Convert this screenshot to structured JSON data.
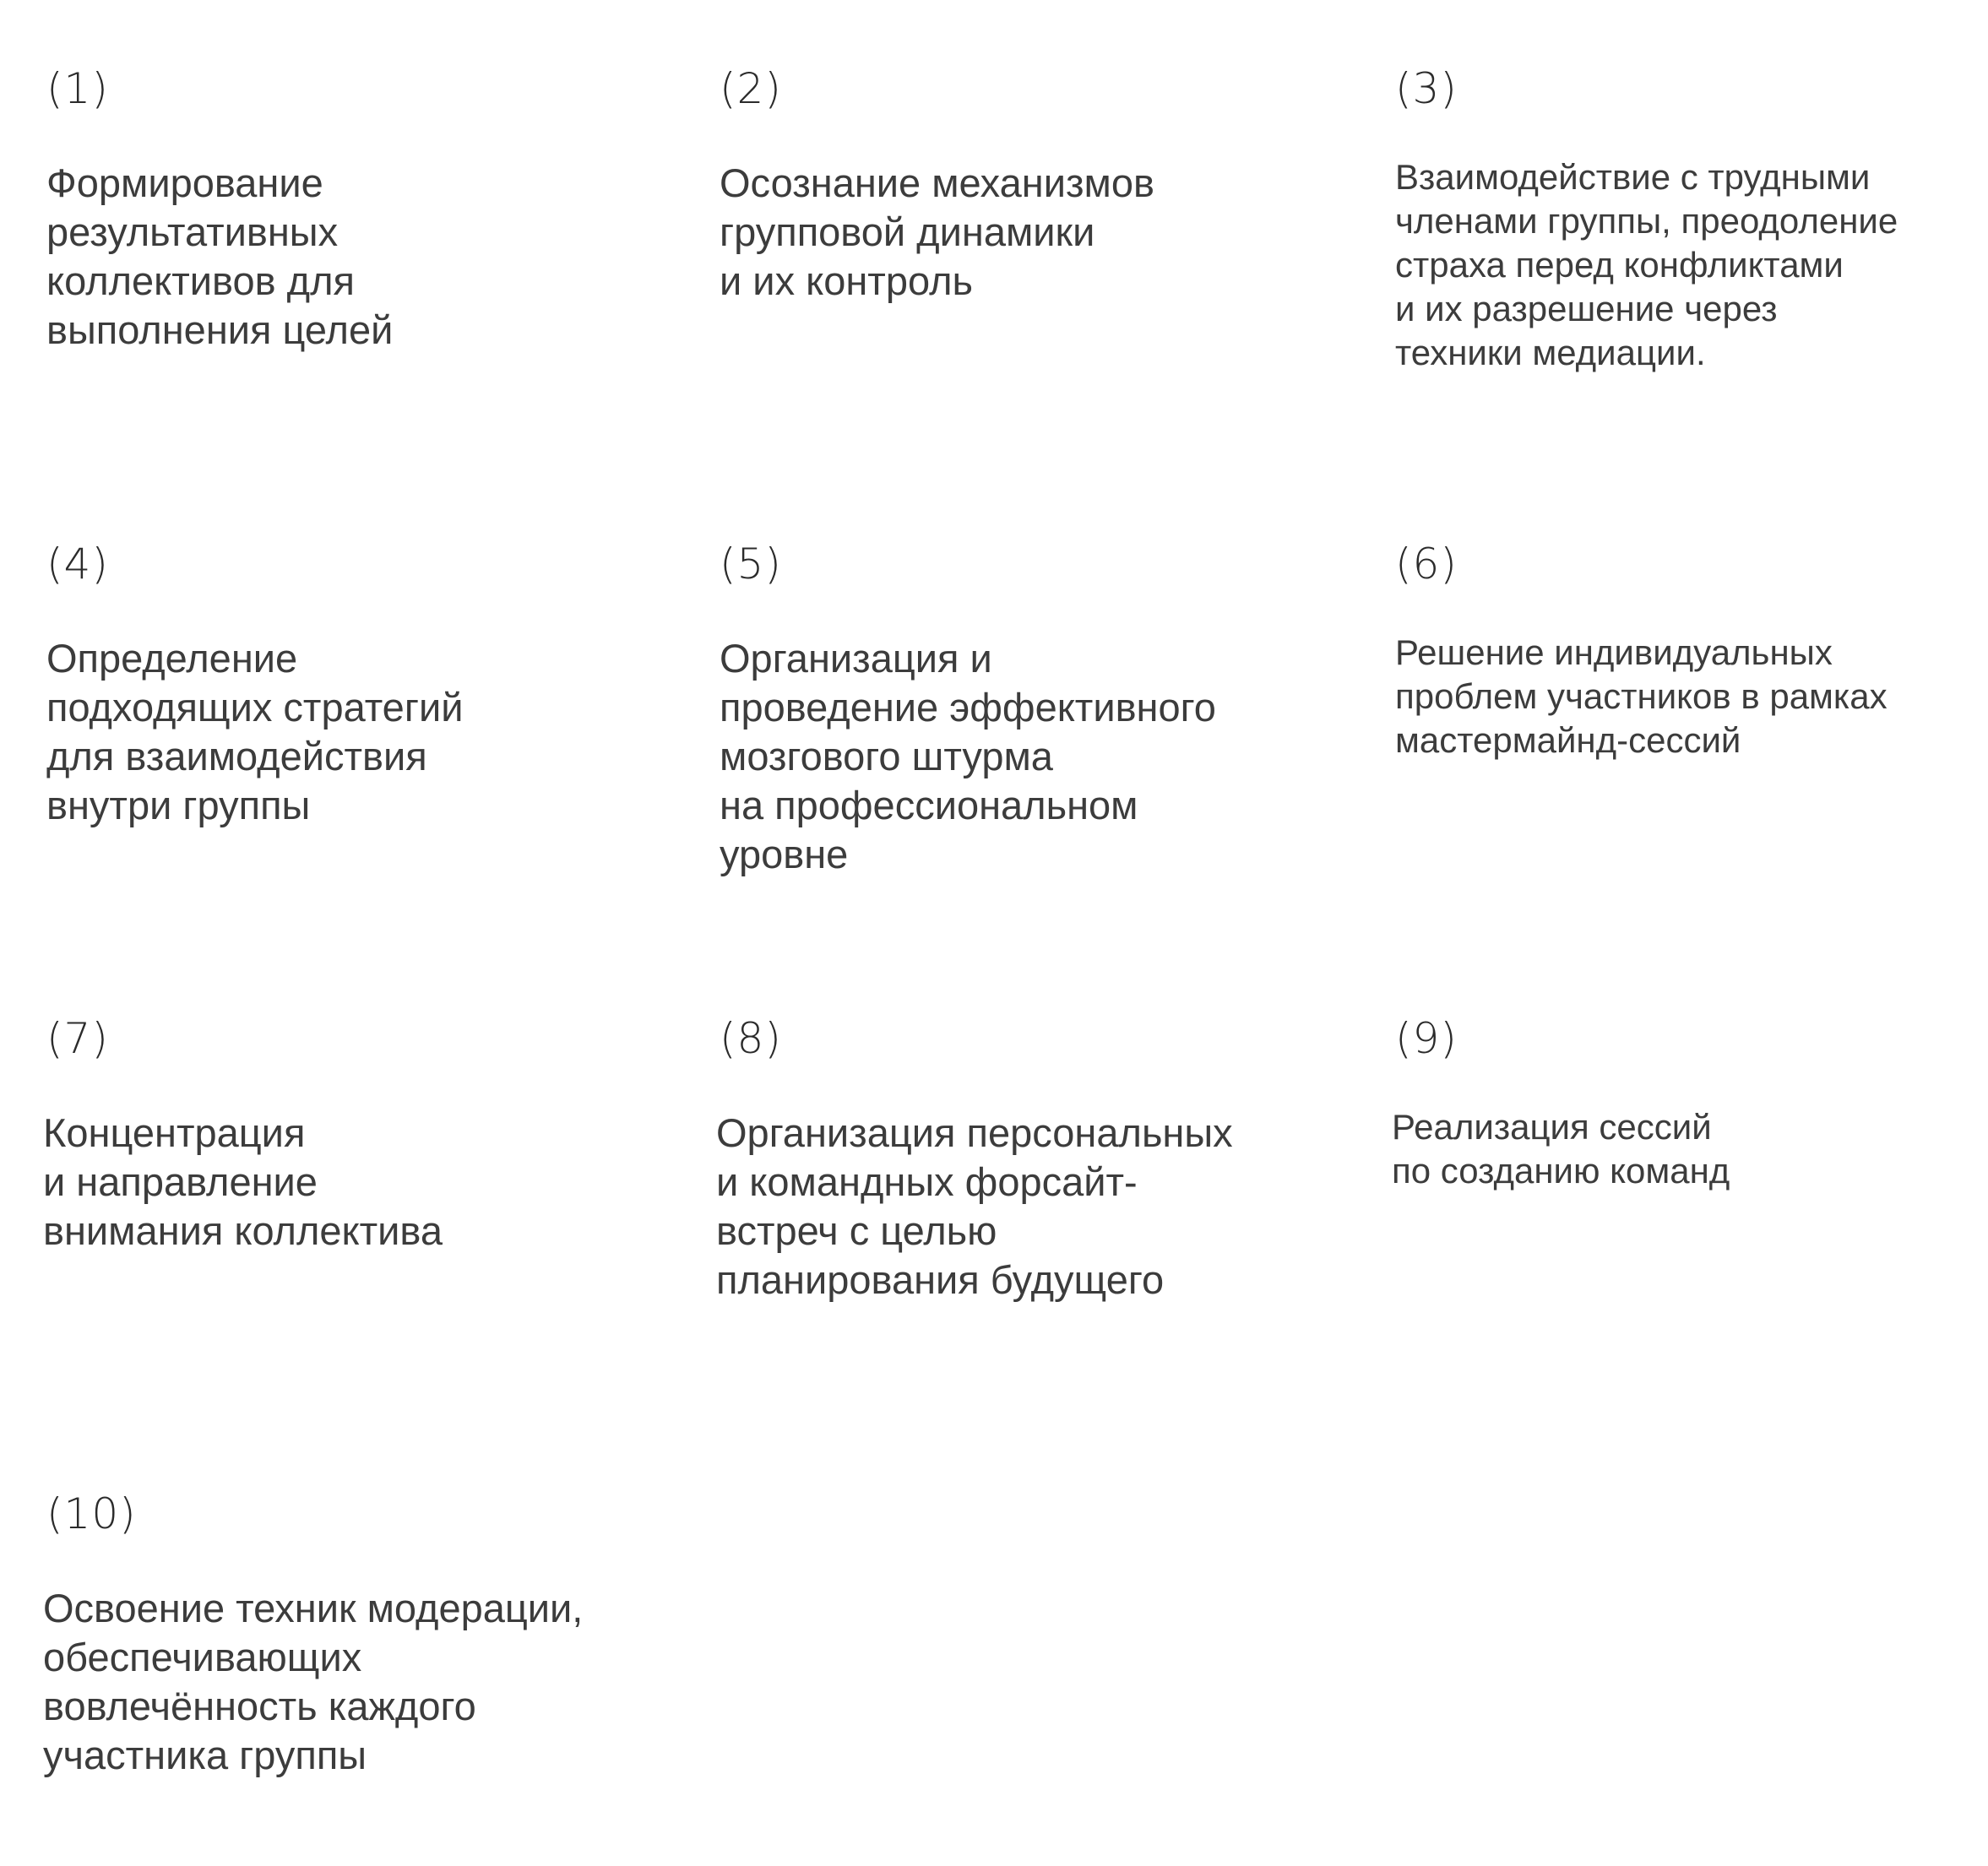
{
  "items": [
    {
      "num": "(1)",
      "text": "Формирование\nрезультативных\nколлективов для\nвыполнения целей"
    },
    {
      "num": "(2)",
      "text": "Осознание механизмов\nгрупповой динамики\nи их контроль"
    },
    {
      "num": "(3)",
      "text": "Взаимодействие с трудными\nчленами группы, преодоление\nстраха перед конфликтами\nи их разрешение через\nтехники медиации."
    },
    {
      "num": "(4)",
      "text": "Определение\nподходящих стратегий\nдля взаимодействия\nвнутри группы"
    },
    {
      "num": "(5)",
      "text": "Организация и\nпроведение эффективного\nмозгового штурма\nна профессиональном\nуровне"
    },
    {
      "num": "(6)",
      "text": "Решение индивидуальных\nпроблем участников в рамках\nмастермайнд-сессий"
    },
    {
      "num": "(7)",
      "text": "Концентрация\nи направление\nвнимания коллектива"
    },
    {
      "num": "(8)",
      "text": "Организация персональных\nи командных форсайт-\nвстреч с целью\nпланирования будущего"
    },
    {
      "num": "(9)",
      "text": "Реализация сессий\nпо созданию команд"
    },
    {
      "num": "(10)",
      "text": "Освоение техник модерации,\nобеспечивающих\nвовлечённость каждого\nучастника группы"
    }
  ]
}
